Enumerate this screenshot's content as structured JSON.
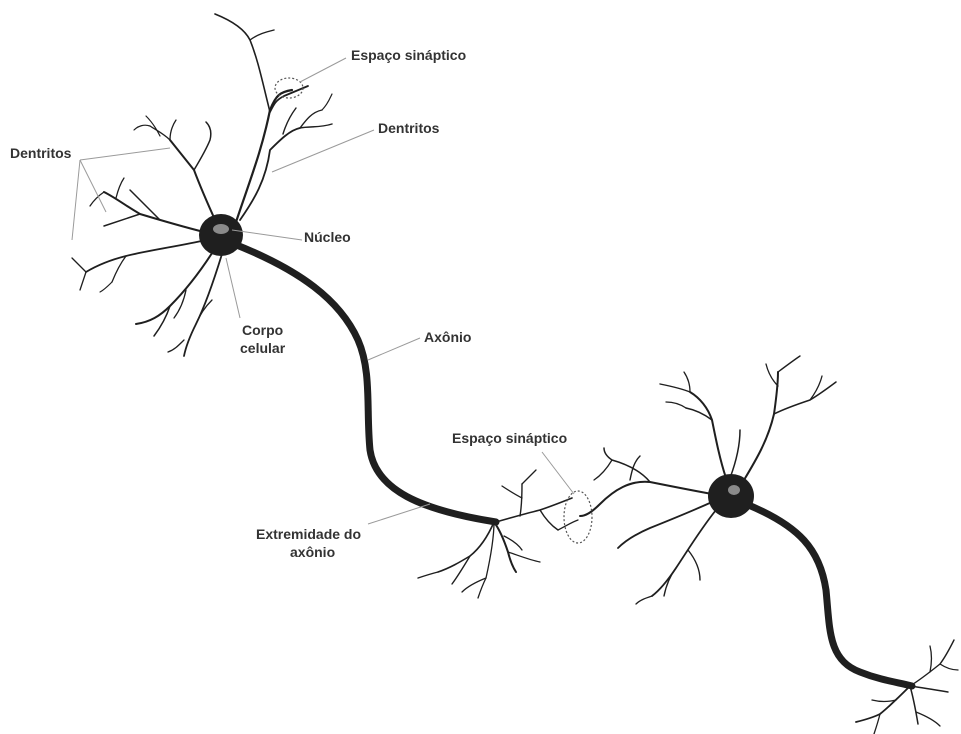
{
  "labels": {
    "synaptic_space_top": "Espaço sináptico",
    "dendrites_right": "Dentritos",
    "dendrites_left": "Dentritos",
    "nucleus": "Núcleo",
    "cell_body_line1": "Corpo",
    "cell_body_line2": "celular",
    "axon": "Axônio",
    "synaptic_space_mid": "Espaço sináptico",
    "axon_terminal_line1": "Extremidade do",
    "axon_terminal_line2": "axônio"
  },
  "colors": {
    "neuron": "#1f1f1f",
    "nucleus": "#8a8a8a",
    "label_text": "#333333",
    "leader_line": "#9a9a9a",
    "background": "#ffffff"
  }
}
